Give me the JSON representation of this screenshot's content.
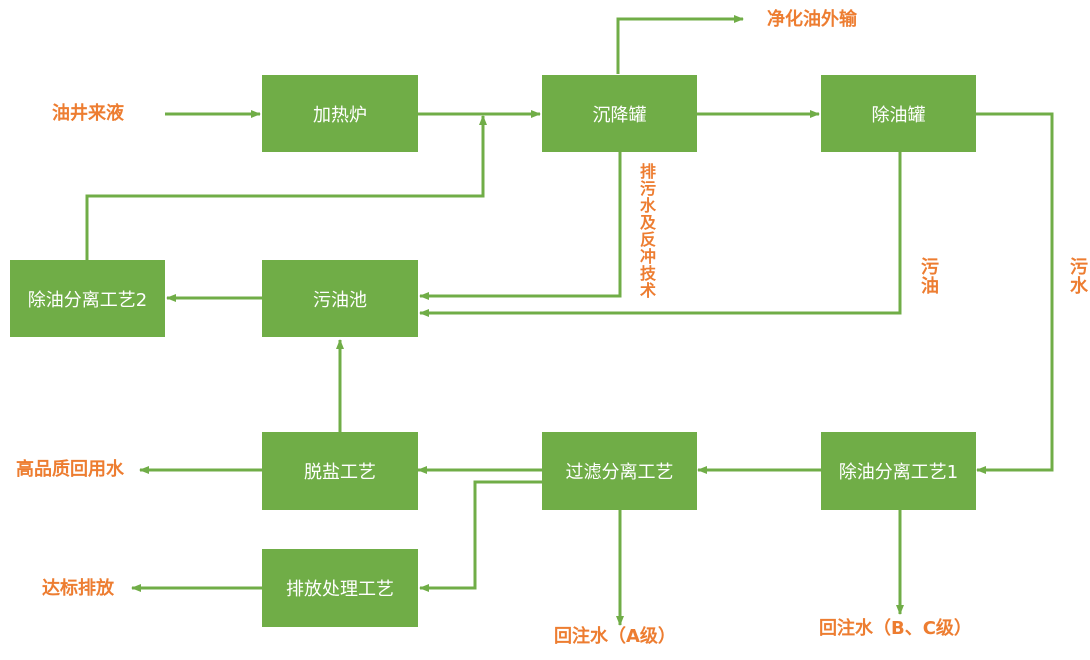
{
  "colors": {
    "box_fill": "#70ad47",
    "line": "#70ad47",
    "label": "#ed7d31",
    "box_text": "#ffffff"
  },
  "boxes": {
    "heater": "加热炉",
    "settling_tank": "沉降罐",
    "oil_removal_tank": "除油罐",
    "separation_2": "除油分离工艺2",
    "sludge_pool": "污油池",
    "desalination": "脱盐工艺",
    "filtration": "过滤分离工艺",
    "separation_1": "除油分离工艺1",
    "discharge_treatment": "排放处理工艺"
  },
  "labels": {
    "wellhead_fluid": "油井来液",
    "purified_oil_export": "净化油外输",
    "drain_backwash": "排污水及反冲技术",
    "sludge_oil": "污油",
    "sewage": "污水",
    "high_quality_water": "高品质回用水",
    "compliant_discharge": "达标排放",
    "reinjection_a": "回注水（A级）",
    "reinjection_bc": "回注水（B、C级）"
  }
}
